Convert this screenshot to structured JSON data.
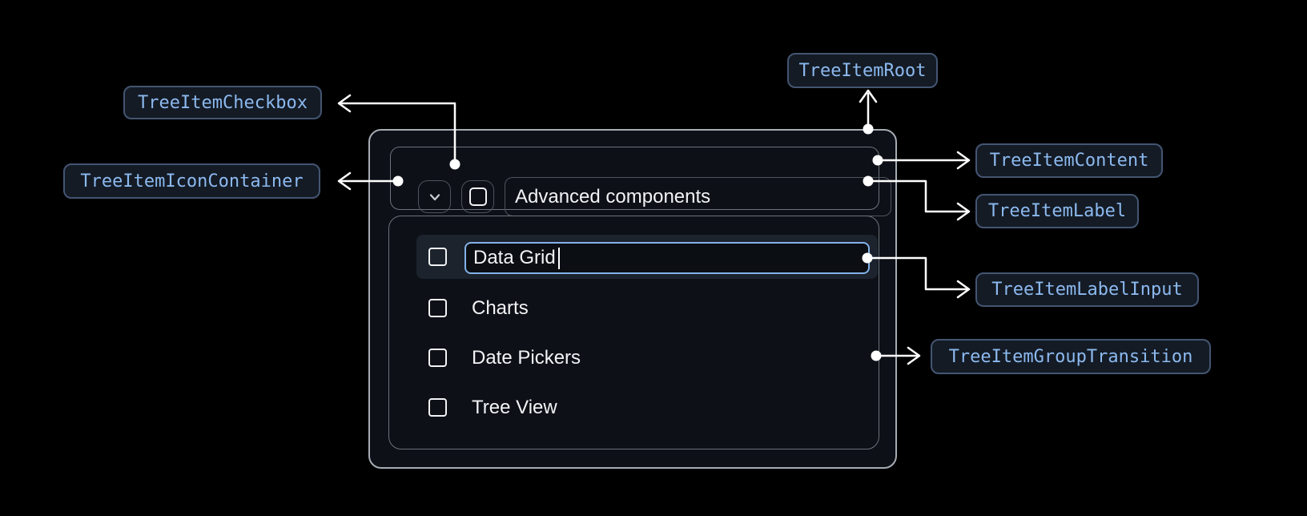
{
  "anatomy_labels": {
    "root": "TreeItemRoot",
    "checkbox": "TreeItemCheckbox",
    "icon_container": "TreeItemIconContainer",
    "content": "TreeItemContent",
    "label": "TreeItemLabel",
    "label_input": "TreeItemLabelInput",
    "group_transition": "TreeItemGroupTransition"
  },
  "tree": {
    "parent": {
      "label": "Advanced components",
      "expanded": true,
      "checked": false
    },
    "edit_item": {
      "value": "Data Grid",
      "editing": true,
      "checked": false
    },
    "items": [
      {
        "label": "Charts",
        "checked": false
      },
      {
        "label": "Date Pickers",
        "checked": false
      },
      {
        "label": "Tree View",
        "checked": false
      }
    ]
  },
  "colors": {
    "page_bg": "#000000",
    "panel_bg": "#0d1017",
    "panel_border": "#a6acb4",
    "box_border": "#6c737b",
    "control_border": "#4e545c",
    "row_highlight_bg": "#1c232d",
    "input_focus_border": "#83b2e9",
    "text": "#f1f3f5",
    "badge_bg": "#141b25",
    "badge_border": "#435571",
    "badge_text": "#8cb9ef",
    "arrow": "#ffffff"
  },
  "icons": {
    "expand": "chevron-down-icon",
    "checkbox": "checkbox-unchecked-icon"
  }
}
